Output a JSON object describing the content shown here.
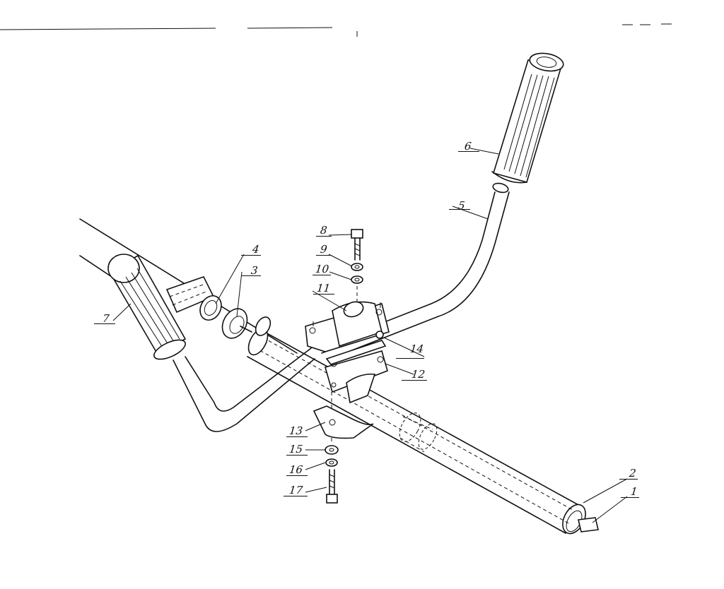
{
  "diagram": {
    "callouts": [
      {
        "id": "c1",
        "text": "1"
      },
      {
        "id": "c2",
        "text": "2"
      },
      {
        "id": "c3",
        "text": "3"
      },
      {
        "id": "c4",
        "text": "4"
      },
      {
        "id": "c5",
        "text": "5"
      },
      {
        "id": "c6",
        "text": "6"
      },
      {
        "id": "c7",
        "text": "7"
      },
      {
        "id": "c8",
        "text": "8"
      },
      {
        "id": "c9",
        "text": "9"
      },
      {
        "id": "c10",
        "text": "10"
      },
      {
        "id": "c11",
        "text": "11"
      },
      {
        "id": "c12",
        "text": "12"
      },
      {
        "id": "c13",
        "text": "13"
      },
      {
        "id": "c14",
        "text": "14"
      },
      {
        "id": "c15",
        "text": "15"
      },
      {
        "id": "c16",
        "text": "16"
      },
      {
        "id": "c17",
        "text": "17"
      }
    ],
    "line_color": "#111111",
    "background": "#ffffff"
  }
}
